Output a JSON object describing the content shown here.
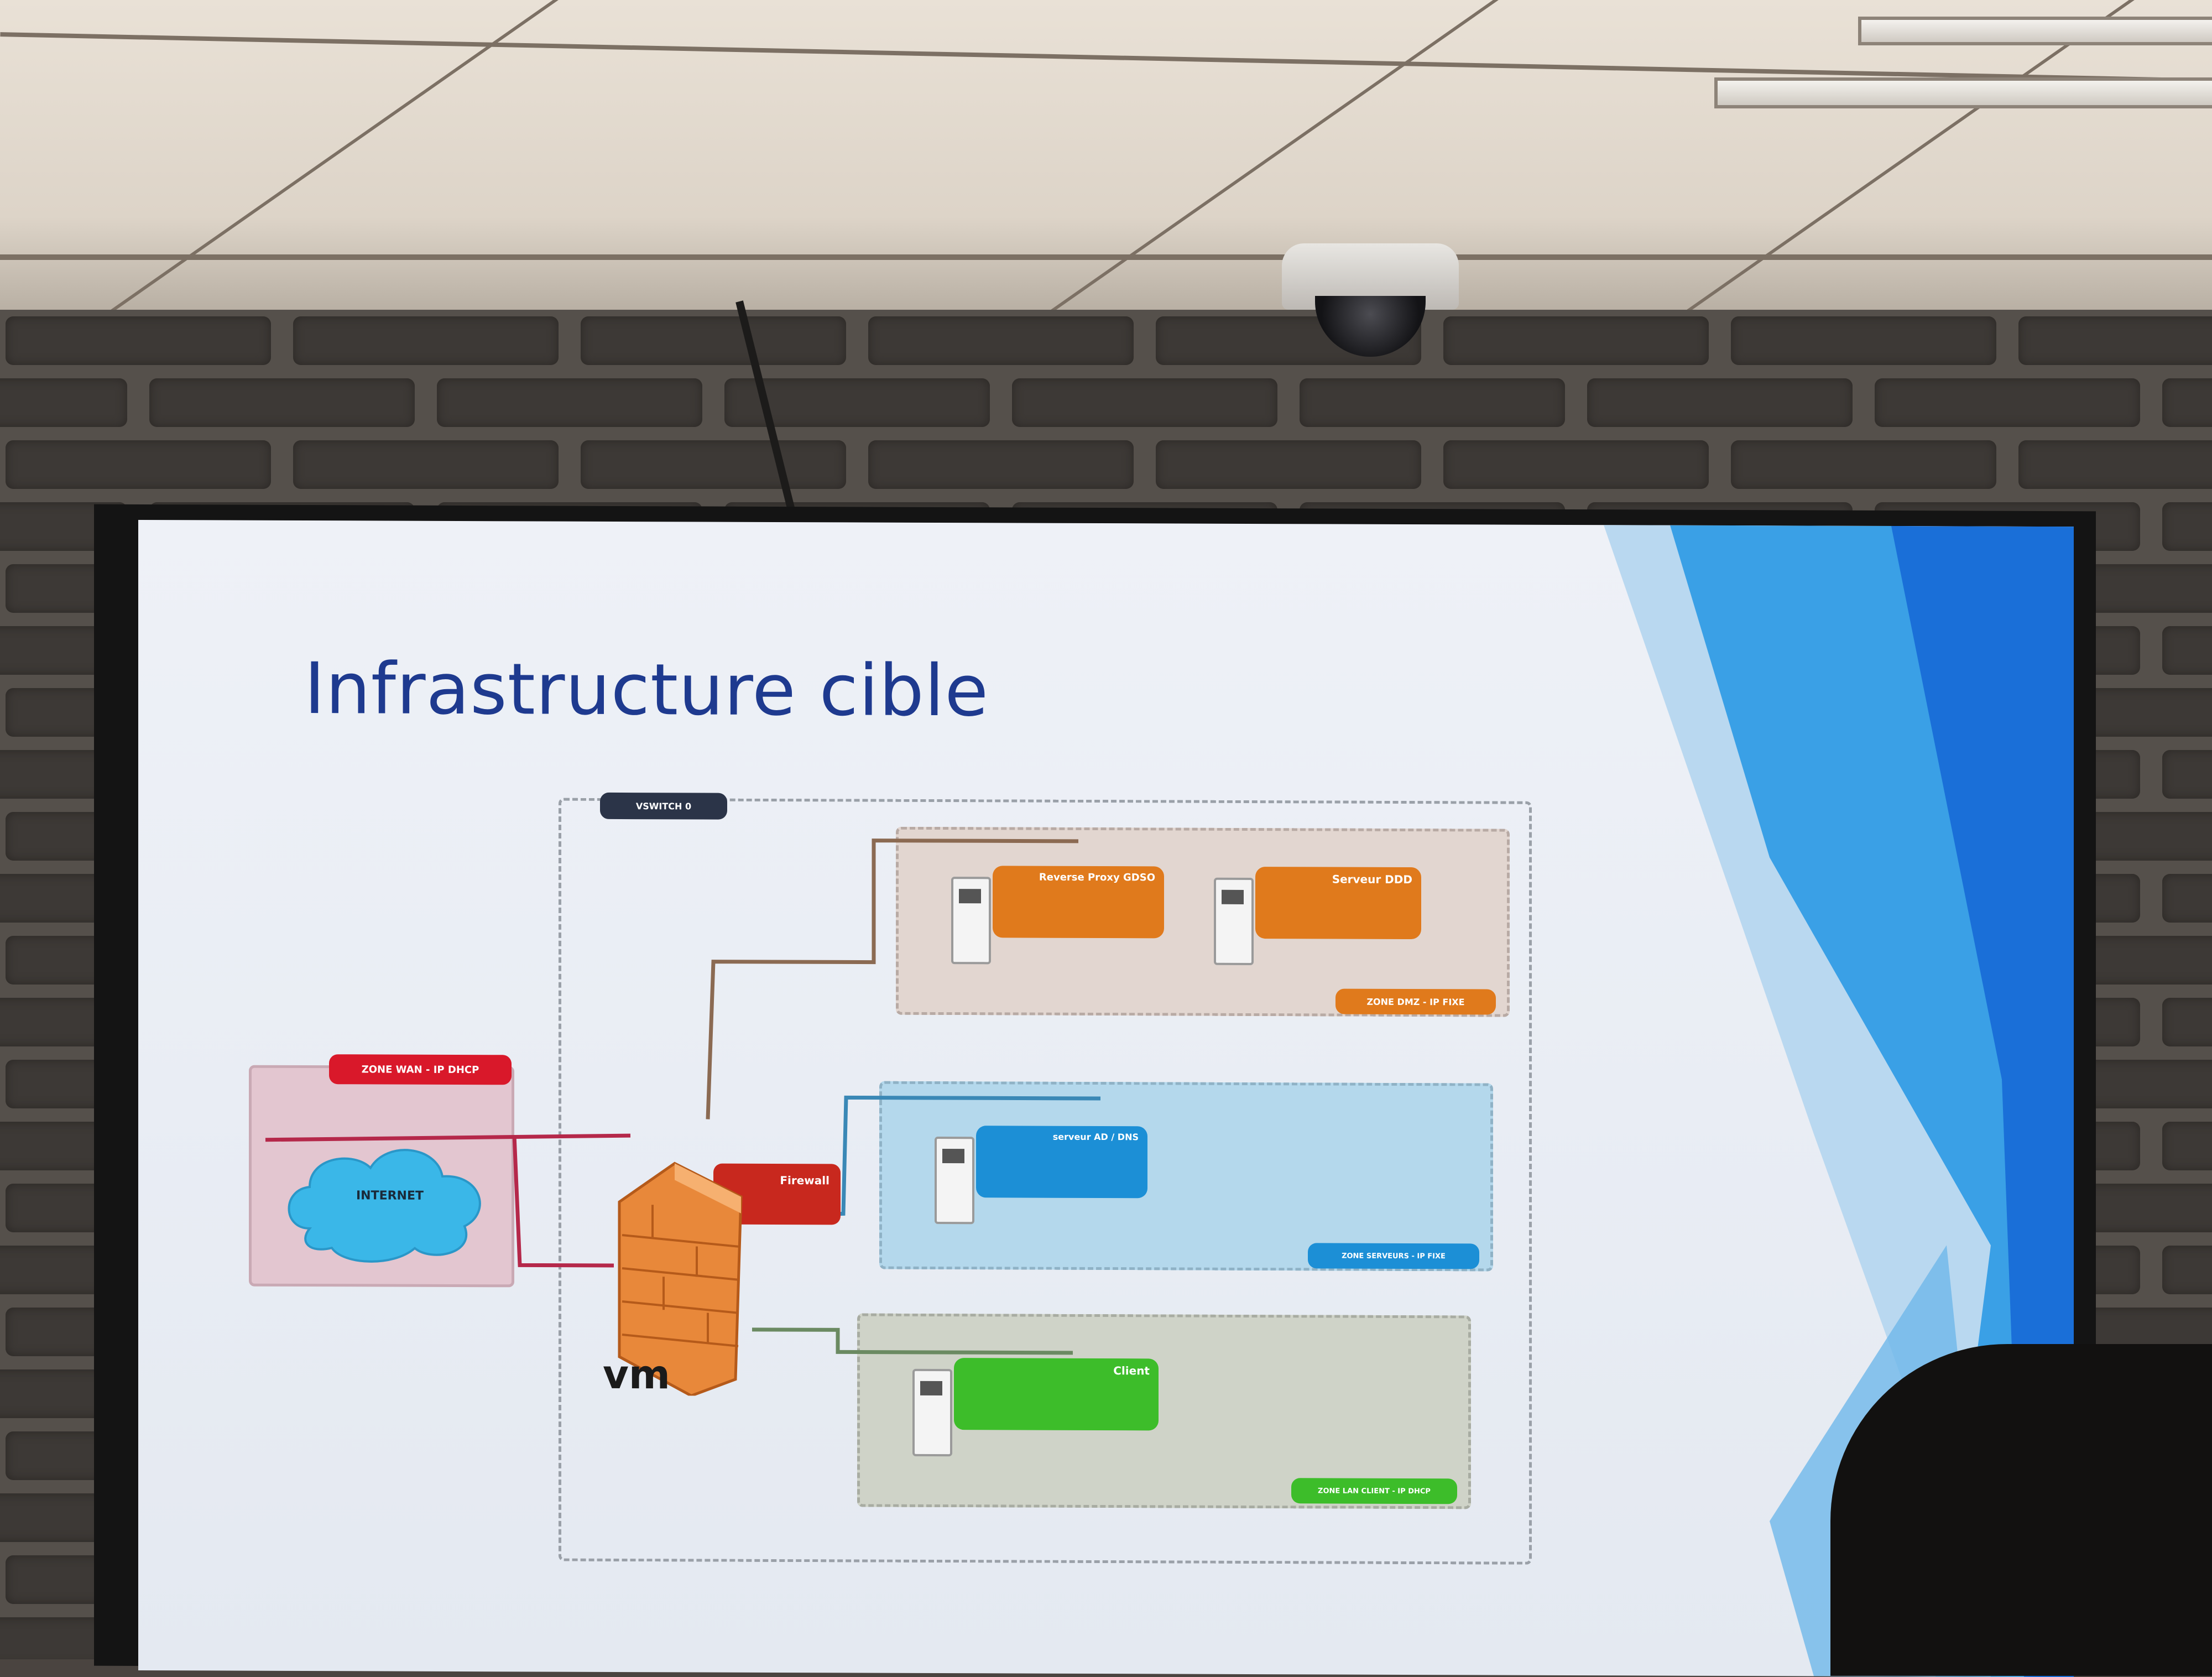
{
  "slide": {
    "title": "Infrastructure cible"
  },
  "diagram": {
    "internet_zone_tag": "ZONE WAN - IP DHCP",
    "internet_cloud_label": "INTERNET",
    "firewall_label": "Firewall",
    "vmware_logo": "vm",
    "vswitch_tag": "VSWITCH 0",
    "servers": {
      "reverse_proxy": "Reverse Proxy GDSO",
      "serveur_dmz": "Serveur DDD",
      "ad_server": "serveur AD / DNS",
      "client": "Client"
    },
    "zone_tags": {
      "dmz": "ZONE DMZ - IP FIXE",
      "lan_servers": "ZONE SERVEURS - IP FIXE",
      "lan_clients": "ZONE LAN CLIENT - IP DHCP"
    }
  },
  "colors": {
    "title": "#1e3a8f",
    "orange": "#e07a1c",
    "blue": "#1c8fd6",
    "green": "#3dbd2a",
    "red": "#d9182a",
    "navy_tag": "#2b3448"
  }
}
